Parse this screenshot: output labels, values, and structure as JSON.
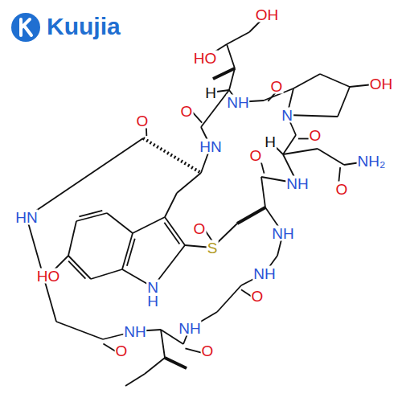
{
  "diagram": {
    "labels": [
      "Kuujia",
      "OH",
      "HO",
      "OH",
      "O",
      "H",
      "NH",
      "N",
      "O",
      "O",
      "H",
      "O",
      "HN",
      "O",
      "NH₂",
      "NH",
      "O",
      "HN",
      "O",
      "S",
      "NH",
      "HO",
      "NH",
      "N",
      "H",
      "O",
      "NH",
      "NH",
      "O",
      "O"
    ]
  }
}
